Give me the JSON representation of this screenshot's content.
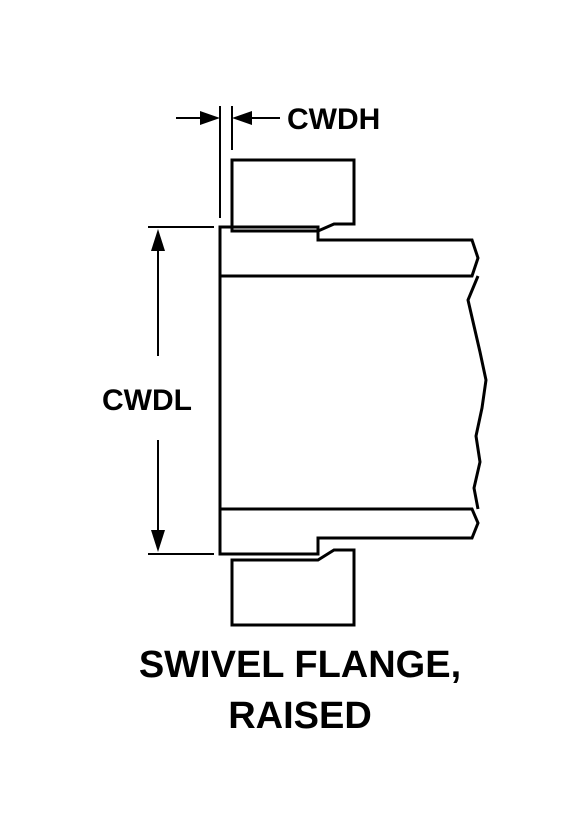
{
  "title_lines": [
    "SWIVEL FLANGE,",
    "RAISED"
  ],
  "dimensions": {
    "height_label": "CWDH",
    "length_label": "CWDL"
  },
  "colors": {
    "line": "#000000",
    "background": "#ffffff"
  }
}
